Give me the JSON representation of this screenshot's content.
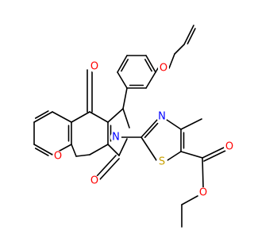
{
  "colors": {
    "bond": "#000000",
    "oxygen": "#ff0000",
    "nitrogen": "#0000ff",
    "sulfur": "#c8a000",
    "background": "#ffffff"
  },
  "atom_labels": {
    "o_carbonyl_top": "O",
    "o_carbonyl_lactam": "O",
    "o_ring_chromene": "O",
    "o_ether_allyl": "O",
    "n_lactam": "N",
    "n_thiazole": "N",
    "s_thiazole": "S",
    "o_ester_carbonyl": "O",
    "o_ester_ether": "O"
  }
}
